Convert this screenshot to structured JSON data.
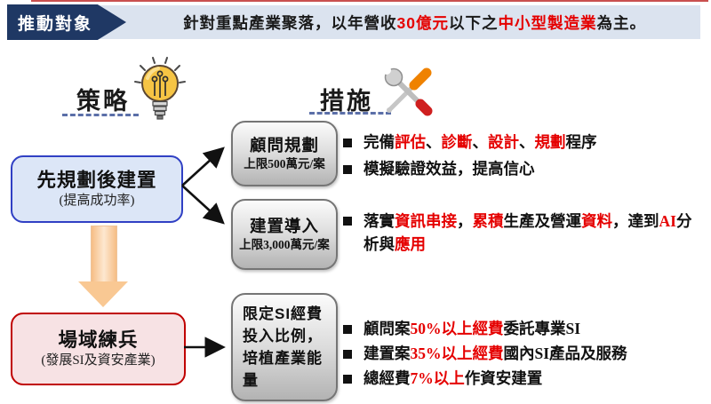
{
  "colors": {
    "navy": "#1f3864",
    "banner_bg": "#dbe3ef",
    "highlight_red": "#e50000",
    "strategy1_border": "#3040c4",
    "strategy1_fill": "#dce6f7",
    "strategy2_border": "#c00000",
    "strategy2_fill": "#f7e2e4",
    "measure_box_border": "#757575",
    "down_arrow_orange": "#f9c893",
    "dash_underline_blue": "#5b6fa8"
  },
  "banner": {
    "label": "推動對象",
    "text_parts": [
      {
        "t": "針對重點產業聚落，以年營收"
      },
      {
        "t": "30億元",
        "c": "red"
      },
      {
        "t": "以下之"
      },
      {
        "t": "中小型製造業",
        "c": "red"
      },
      {
        "t": "為主。"
      }
    ]
  },
  "headings": {
    "strategy": "策略",
    "strategy_icon": "lightbulb-idea",
    "measures": "措施",
    "measures_icon": "wrench-and-screwdriver"
  },
  "strategies": [
    {
      "title": "先規劃後建置",
      "subtitle": "(提高成功率)"
    },
    {
      "title": "場域練兵",
      "subtitle": "(發展SI及資安產業)"
    }
  ],
  "measures": [
    {
      "title": "顧問規劃",
      "limit": "上限500萬元/案",
      "bullets": [
        {
          "parts": [
            {
              "t": "完備"
            },
            {
              "t": "評估",
              "c": "red"
            },
            {
              "t": "、"
            },
            {
              "t": "診斷",
              "c": "red"
            },
            {
              "t": "、"
            },
            {
              "t": "設計",
              "c": "red"
            },
            {
              "t": "、"
            },
            {
              "t": "規劃",
              "c": "red"
            },
            {
              "t": "程序"
            }
          ]
        },
        {
          "parts": [
            {
              "t": "模擬驗證效益，提高信心"
            }
          ]
        }
      ]
    },
    {
      "title": "建置導入",
      "limit": "上限3,000萬元/案",
      "bullets": [
        {
          "parts": [
            {
              "t": "落實"
            },
            {
              "t": "資訊串接",
              "c": "red"
            },
            {
              "t": "，"
            },
            {
              "t": "累積",
              "c": "red"
            },
            {
              "t": "生產及營運"
            },
            {
              "t": "資料",
              "c": "red"
            },
            {
              "t": "，達到"
            },
            {
              "t": "AI",
              "c": "red"
            },
            {
              "t": "分析與"
            },
            {
              "t": "應用",
              "c": "red"
            }
          ]
        }
      ]
    },
    {
      "title": "限定SI經費投入比例，培植產業能量",
      "limit": "",
      "bullets": [
        {
          "parts": [
            {
              "t": "顧問案"
            },
            {
              "t": "50%以上經費",
              "c": "red"
            },
            {
              "t": "委託專業SI"
            }
          ]
        },
        {
          "parts": [
            {
              "t": "建置案"
            },
            {
              "t": "35%以上經費",
              "c": "red"
            },
            {
              "t": "國內SI產品及服務"
            }
          ]
        },
        {
          "parts": [
            {
              "t": "總經費"
            },
            {
              "t": "7%以上",
              "c": "red"
            },
            {
              "t": "作資安建置"
            }
          ]
        }
      ]
    }
  ]
}
